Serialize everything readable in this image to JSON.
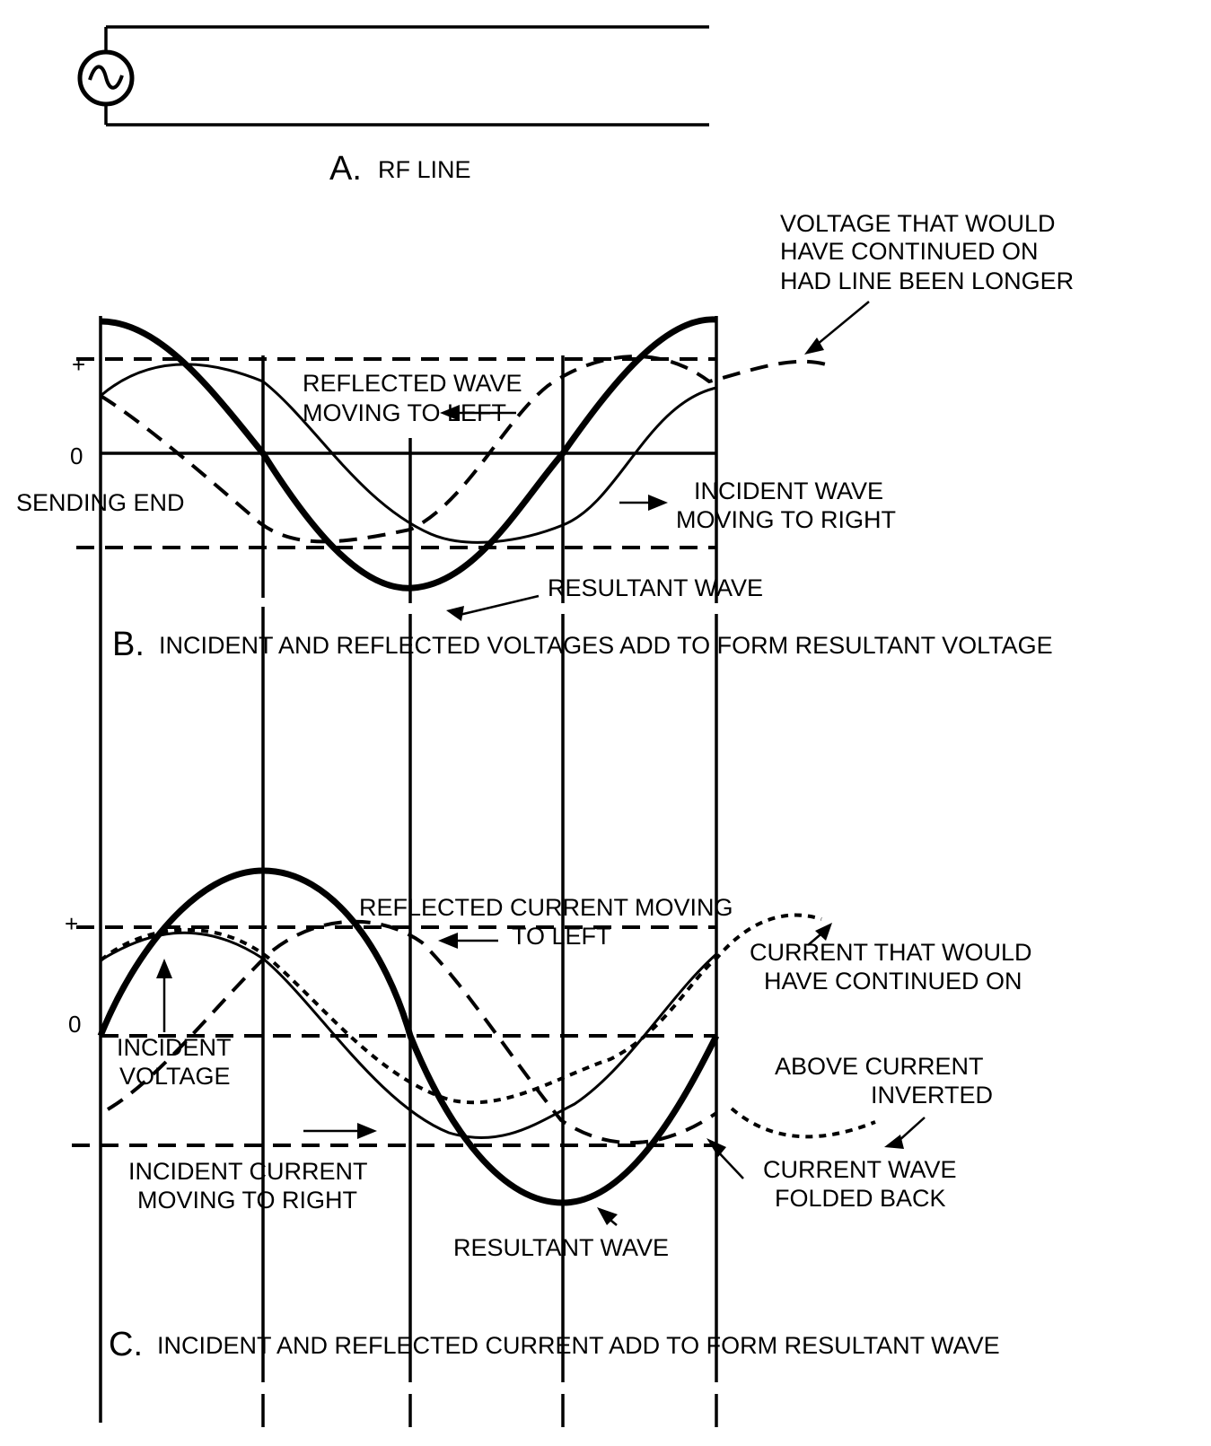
{
  "panel_a": {
    "caption_letter": "A.",
    "caption": "RF LINE"
  },
  "panel_b": {
    "plus": "+",
    "zero": "0",
    "sending_end": "SENDING END",
    "voltage_continued": [
      "VOLTAGE THAT WOULD",
      "HAVE CONTINUED ON",
      "HAD LINE BEEN LONGER"
    ],
    "reflected": [
      "REFLECTED WAVE",
      "MOVING TO LEFT"
    ],
    "incident": [
      "INCIDENT WAVE",
      "MOVING TO RIGHT"
    ],
    "resultant": "RESULTANT WAVE",
    "caption_letter": "B.",
    "caption": "INCIDENT AND REFLECTED VOLTAGES ADD TO FORM RESULTANT VOLTAGE"
  },
  "panel_c": {
    "plus": "+",
    "zero": "0",
    "reflected": [
      "REFLECTED CURRENT MOVING",
      "TO LEFT"
    ],
    "current_continued": [
      "CURRENT THAT WOULD",
      "HAVE CONTINUED ON"
    ],
    "incident_voltage": [
      "INCIDENT",
      "VOLTAGE"
    ],
    "above_inverted": [
      "ABOVE CURRENT",
      "INVERTED"
    ],
    "folded_back": [
      "CURRENT WAVE",
      "FOLDED BACK"
    ],
    "incident_current": [
      "INCIDENT CURRENT",
      "MOVING TO RIGHT"
    ],
    "resultant": "RESULTANT WAVE",
    "caption_letter": "C.",
    "caption": "INCIDENT AND REFLECTED CURRENT ADD TO FORM RESULTANT WAVE"
  }
}
